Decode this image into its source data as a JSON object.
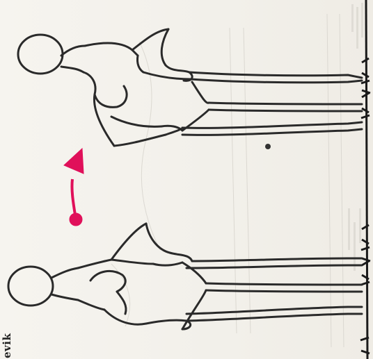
{
  "caption": {
    "text": "evik"
  },
  "illustration": {
    "figures": [
      "figure-start-pose",
      "figure-end-pose"
    ],
    "arrow_color": "#e0105a",
    "ink_color": "#2a2a2a",
    "ground_color": "#1a1a1a"
  }
}
